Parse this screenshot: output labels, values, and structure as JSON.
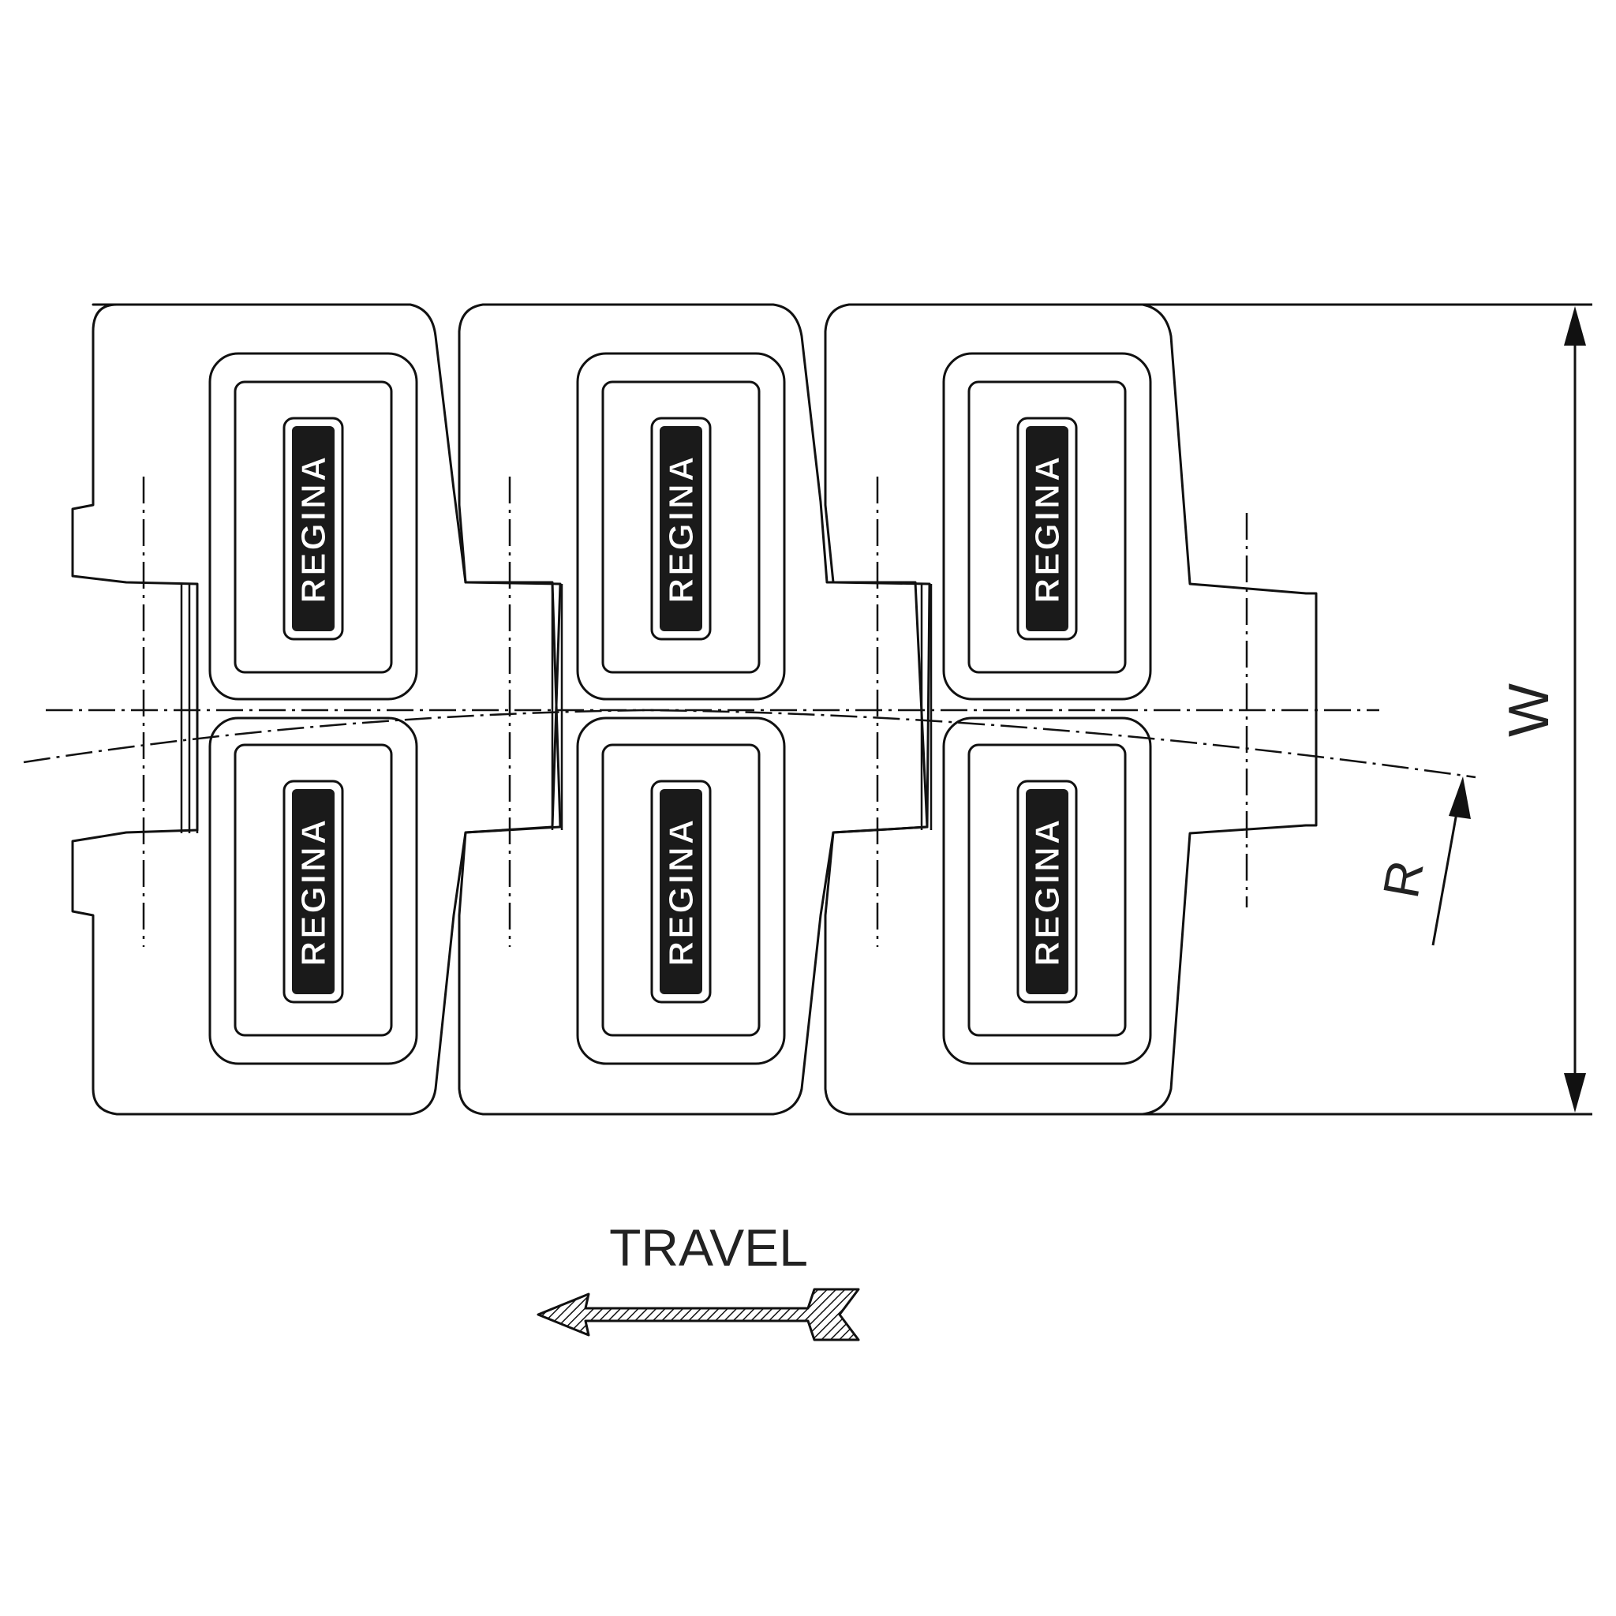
{
  "brand_mark": "REGINA",
  "dimensions": {
    "width_label": "W",
    "radius_label": "R"
  },
  "direction": {
    "label": "TRAVEL"
  }
}
